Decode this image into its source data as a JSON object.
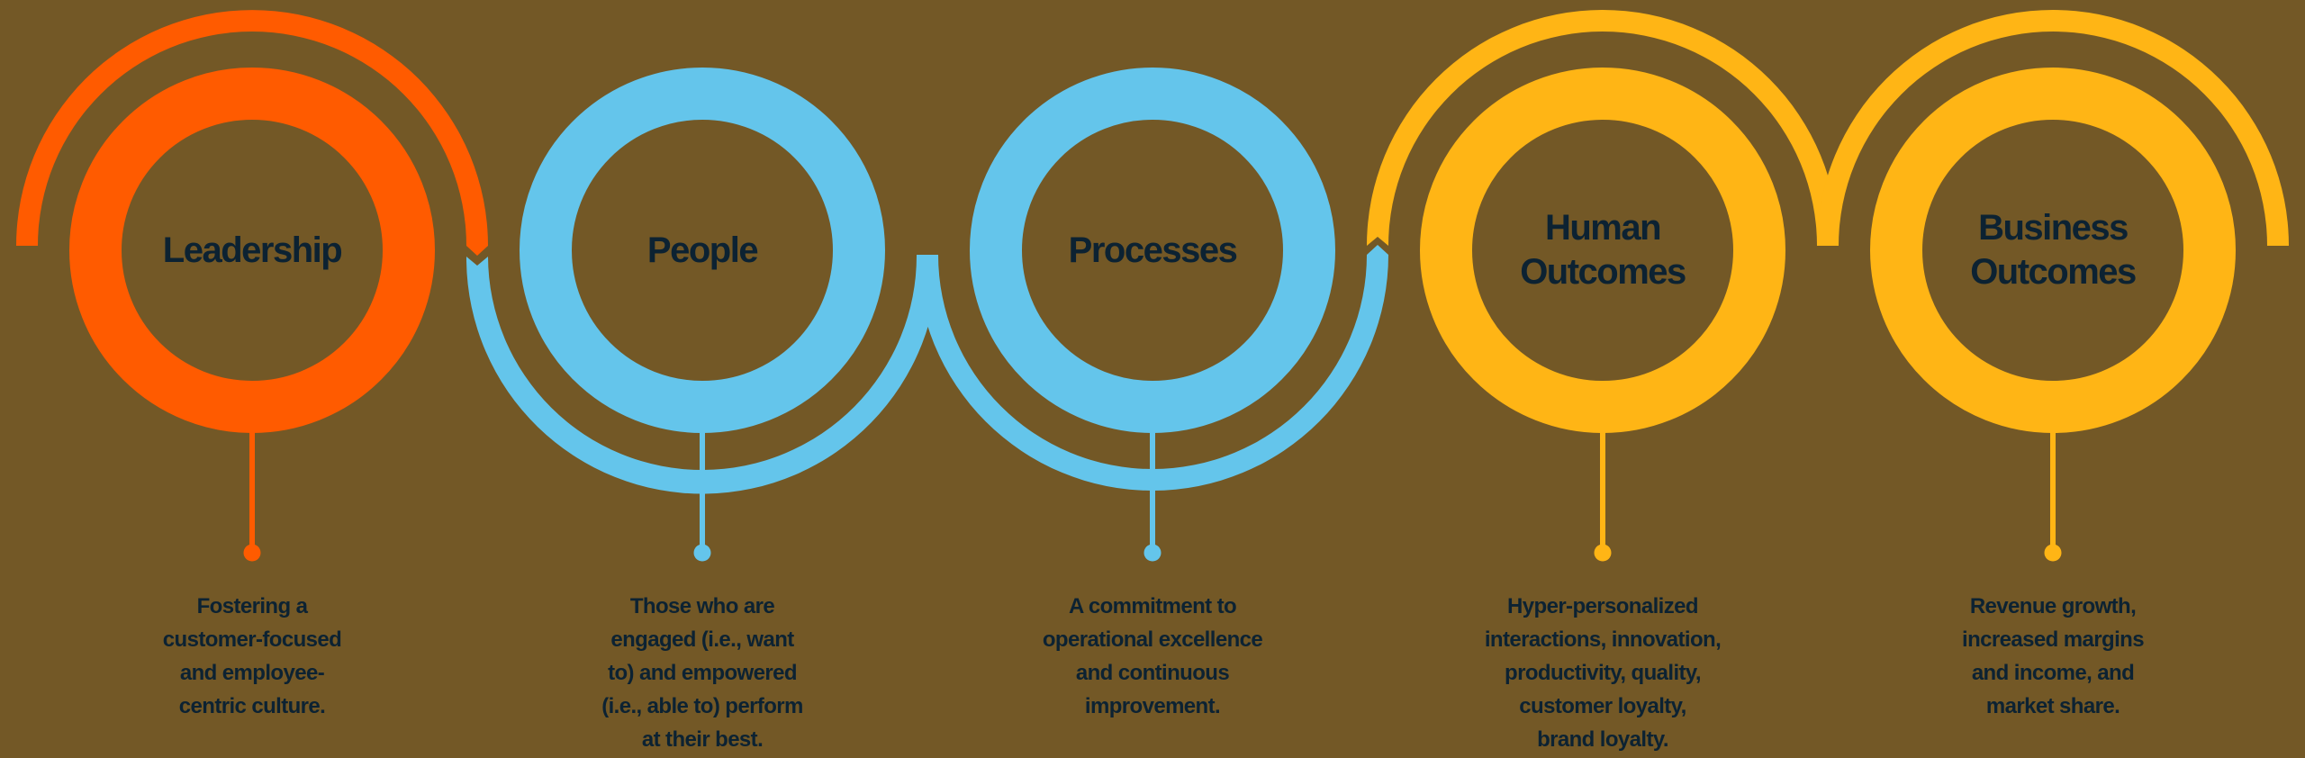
{
  "diagram": {
    "title": "",
    "background_color": "#735826",
    "text_color": "#0c2232",
    "stages": [
      {
        "id": "leadership",
        "label_lines": [
          "Leadership"
        ],
        "color": "#ff5b00",
        "group": "orange",
        "description_lines": [
          "Fostering a",
          "customer-focused",
          "and employee-",
          "centric culture."
        ]
      },
      {
        "id": "people",
        "label_lines": [
          "People"
        ],
        "color": "#64c5eb",
        "group": "blue",
        "description_lines": [
          "Those who are",
          "engaged (i.e., want",
          "to) and empowered",
          "(i.e., able to) perform",
          "at their best."
        ]
      },
      {
        "id": "processes",
        "label_lines": [
          "Processes"
        ],
        "color": "#64c5eb",
        "group": "blue",
        "description_lines": [
          "A commitment to",
          "operational excellence",
          "and continuous",
          "improvement."
        ]
      },
      {
        "id": "human-outcomes",
        "label_lines": [
          "Human",
          "Outcomes"
        ],
        "color": "#ffb515",
        "group": "yellow",
        "description_lines": [
          "Hyper-personalized",
          "interactions, innovation,",
          "productivity, quality,",
          "customer loyalty,",
          "brand loyalty."
        ]
      },
      {
        "id": "business-outcomes",
        "label_lines": [
          "Business",
          "Outcomes"
        ],
        "color": "#ffb515",
        "group": "yellow",
        "description_lines": [
          "Revenue growth,",
          "increased margins",
          "and income, and",
          "market share."
        ]
      }
    ],
    "colors": {
      "orange": "#ff5b00",
      "blue": "#64c5eb",
      "yellow": "#ffb515"
    }
  }
}
